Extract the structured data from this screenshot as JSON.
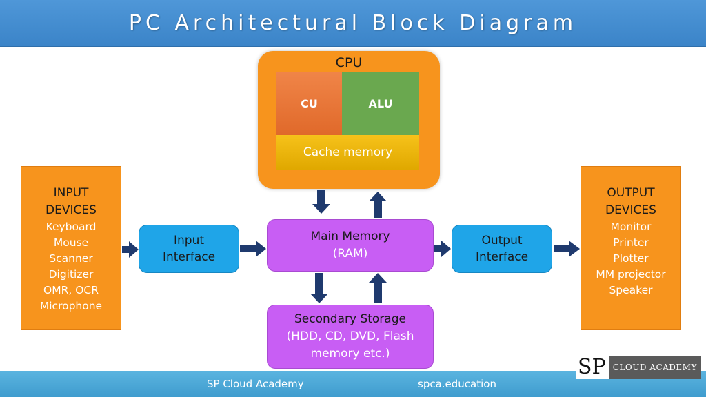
{
  "header": {
    "title": "PC Architectural Block Diagram"
  },
  "cpu": {
    "label": "CPU",
    "cu": "CU",
    "alu": "ALU",
    "cache": "Cache memory"
  },
  "input_devices": {
    "heading_line1": "INPUT",
    "heading_line2": "DEVICES",
    "items": [
      "Keyboard",
      "Mouse",
      "Scanner",
      "Digitizer",
      "OMR, OCR",
      "Microphone"
    ]
  },
  "output_devices": {
    "heading_line1": "OUTPUT",
    "heading_line2": "DEVICES",
    "items": [
      "Monitor",
      "Printer",
      "Plotter",
      "MM projector",
      "Speaker"
    ]
  },
  "input_interface": {
    "line1": "Input",
    "line2": "Interface"
  },
  "output_interface": {
    "line1": "Output",
    "line2": "Interface"
  },
  "main_memory": {
    "line1": "Main Memory",
    "line2": "(RAM)"
  },
  "secondary_storage": {
    "line1": "Secondary Storage",
    "line2": "(HDD, CD, DVD, Flash",
    "line3": "memory etc.)"
  },
  "footer": {
    "left": "SP Cloud Academy",
    "right": "spca.education"
  },
  "logo": {
    "mark": "SP",
    "text": "CLOUD ACADEMY"
  },
  "colors": {
    "title_bar": "#4a90d2",
    "orange": "#f7941d",
    "cu": "#e87a3a",
    "alu": "#6aa84f",
    "cache": "#f0b90f",
    "interface": "#1fa5e8",
    "memory": "#c85ef4",
    "arrow": "#1f3a6e",
    "footer": "#4ba8d8"
  }
}
